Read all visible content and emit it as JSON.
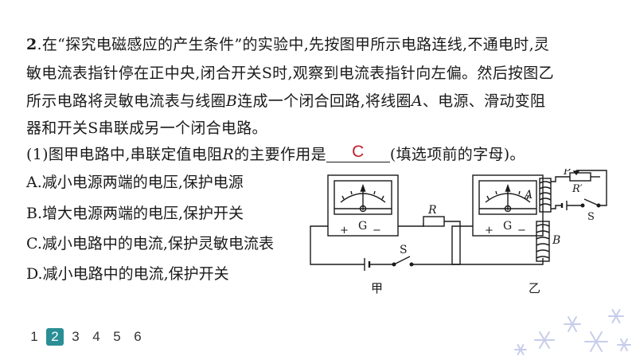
{
  "question": {
    "number": "2",
    "stem_line1_a": ".在“探究电磁感应的产生条件”的实验中,先按图甲所示电路连线,不通电时,灵",
    "stem_line2": "敏电流表指针停在正中央,闭合开关S时,观察到电流表指针向左偏。然后按图乙",
    "stem_line3_a": "所示电路将灵敏电流表与线圈",
    "stem_line3_B": "B",
    "stem_line3_b": "连成一个闭合回路,将线圈",
    "stem_line3_A": "A",
    "stem_line3_c": "、电源、滑动变阻",
    "stem_line4": "器和开关S串联成另一个闭合电路。",
    "sub1_a": "(1)图甲电路中,串联定值电阻",
    "sub1_R": "R",
    "sub1_b": "的主要作用是",
    "sub1_answer": "C",
    "sub1_c": "(填选项前的字母)。",
    "options": [
      "A.减小电源两端的电压,保护电源",
      "B.增大电源两端的电压,保护开关",
      "C.减小电路中的电流,保护灵敏电流表",
      "D.减小电路中的电流,保护开关"
    ]
  },
  "diagram": {
    "jia": {
      "meter": "G",
      "plus": "+",
      "minus": "−",
      "resistor": "R",
      "switch": "S",
      "caption": "甲"
    },
    "yi": {
      "meter": "G",
      "plus": "+",
      "minus": "−",
      "coil_a": "A",
      "coil_b": "B",
      "slider": "P",
      "rheostat": "R′",
      "switch": "S",
      "caption": "乙"
    }
  },
  "pager": {
    "pages": [
      "1",
      "2",
      "3",
      "4",
      "5",
      "6"
    ],
    "active": "2"
  },
  "colors": {
    "answer": "#c0212d",
    "pager_active": "#2a8f95",
    "snowflake": "#c7cdea"
  }
}
